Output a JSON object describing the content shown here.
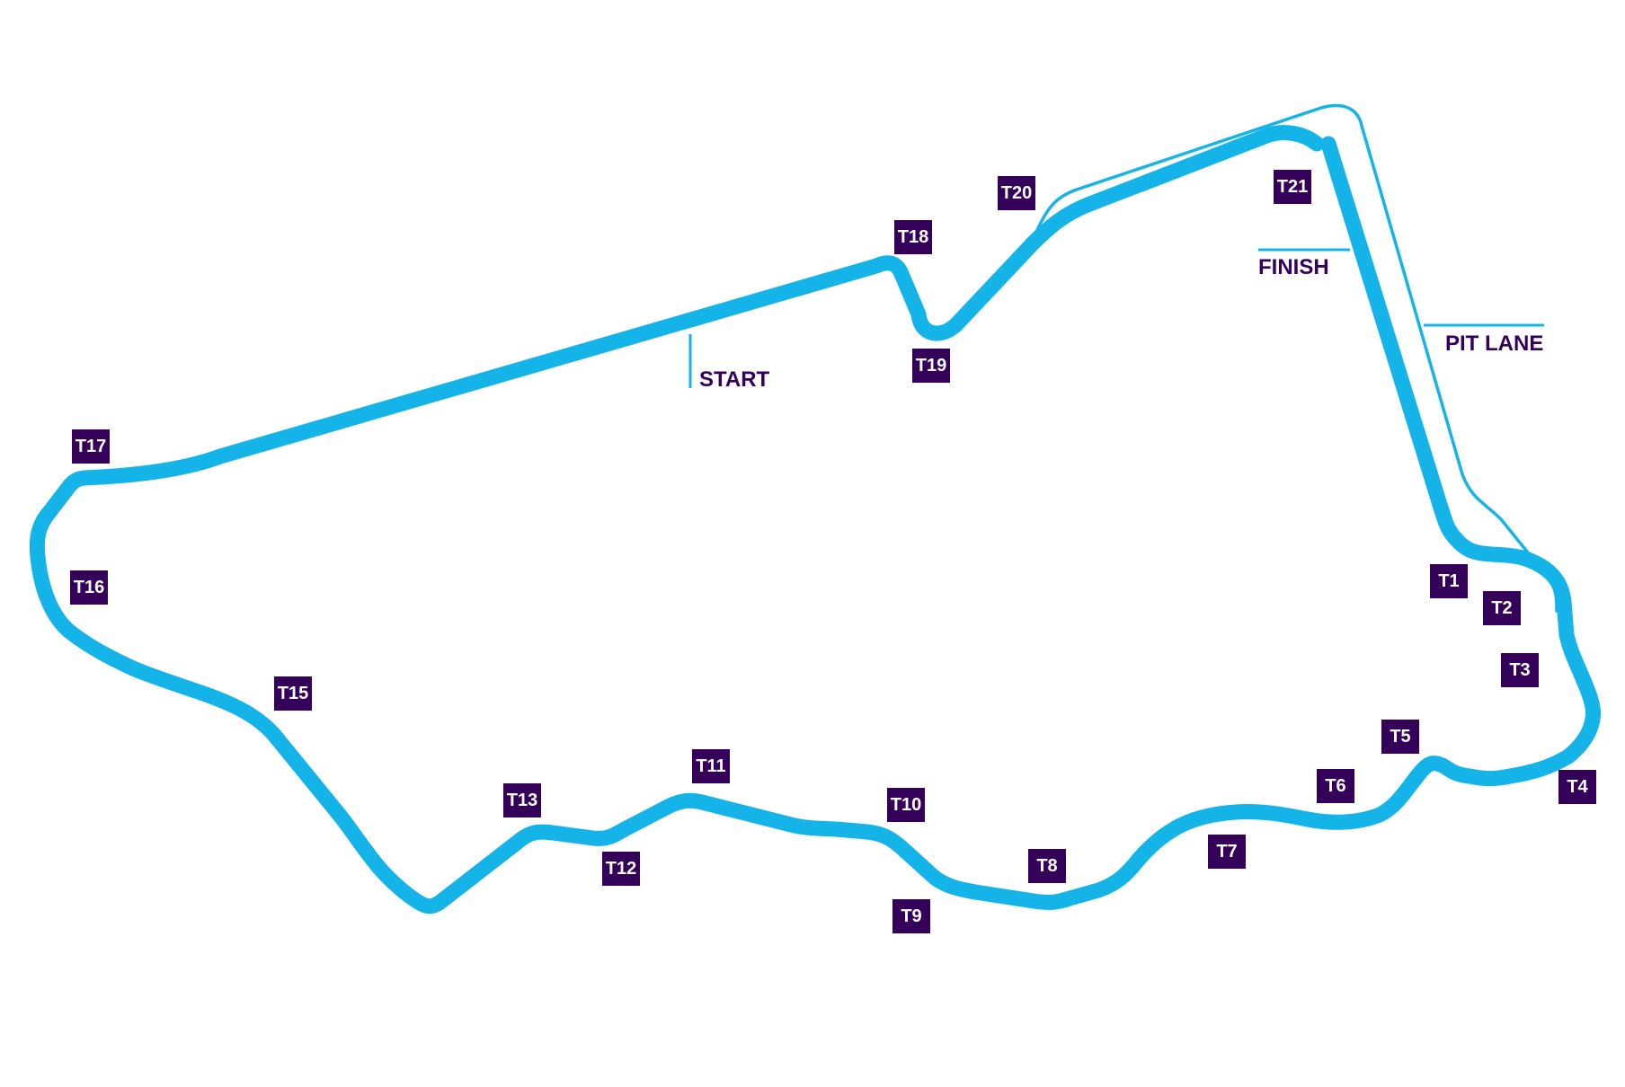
{
  "colors": {
    "track": "#14b4e8",
    "label_bg": "#34005a",
    "label_text": "#ffffff",
    "marker_text": "#34005a"
  },
  "markers": {
    "start": "START",
    "finish": "FINISH",
    "pit_lane": "PIT LANE"
  },
  "turns": [
    "T1",
    "T2",
    "T3",
    "T4",
    "T5",
    "T6",
    "T7",
    "T8",
    "T9",
    "T10",
    "T11",
    "T12",
    "T13",
    "T15",
    "T16",
    "T17",
    "T18",
    "T19",
    "T20",
    "T21"
  ]
}
